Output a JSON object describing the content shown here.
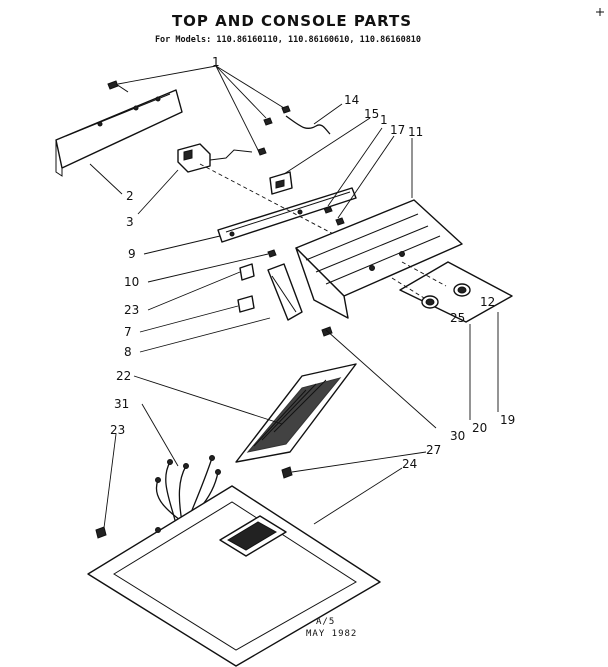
{
  "title": "TOP AND CONSOLE PARTS",
  "subtitle": "For Models: 110.86160110, 110.86160610, 110.86160810",
  "footer": {
    "line1": "A/5",
    "line2": "MAY 1982"
  },
  "callouts": {
    "c1": "1",
    "c1b": "1",
    "c2": "2",
    "c3": "3",
    "c7": "7",
    "c8": "8",
    "c9": "9",
    "c10": "10",
    "c11": "11",
    "c12": "12",
    "c14": "14",
    "c15": "15",
    "c17": "17",
    "c19": "19",
    "c20": "20",
    "c22": "22",
    "c23a": "23",
    "c23b": "23",
    "c24": "24",
    "c25": "25",
    "c27": "27",
    "c30": "30",
    "c31": "31"
  }
}
